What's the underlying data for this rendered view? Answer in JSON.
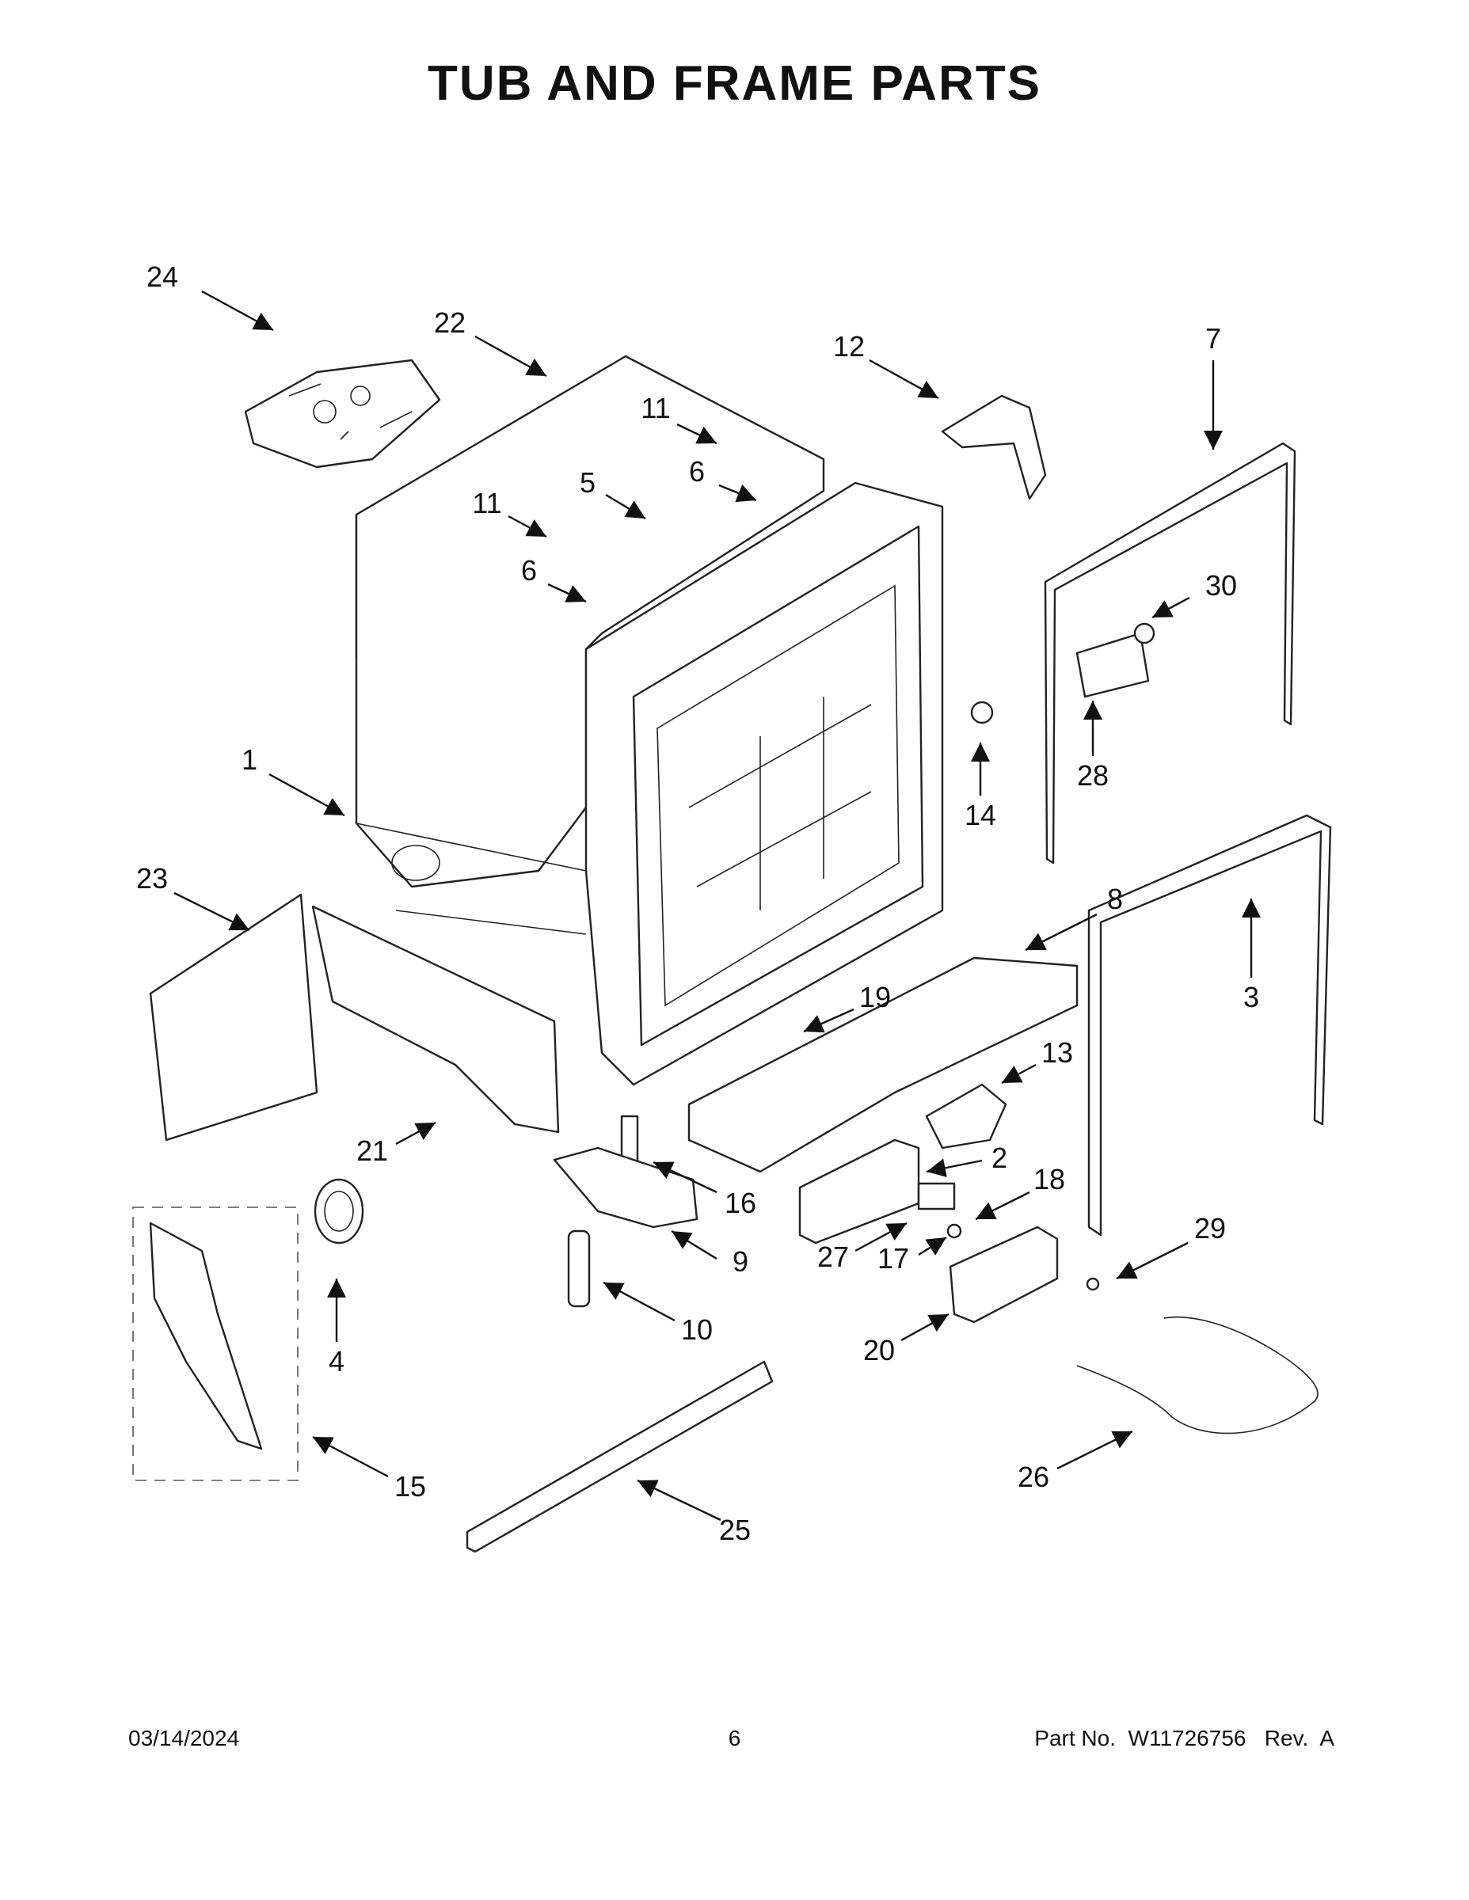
{
  "title": "TUB AND FRAME PARTS",
  "callouts": [
    {
      "id": "c24",
      "text": "24"
    },
    {
      "id": "c22",
      "text": "22"
    },
    {
      "id": "c12",
      "text": "12"
    },
    {
      "id": "c7",
      "text": "7"
    },
    {
      "id": "c11a",
      "text": "11"
    },
    {
      "id": "c6a",
      "text": "6"
    },
    {
      "id": "c5",
      "text": "5"
    },
    {
      "id": "c11b",
      "text": "11"
    },
    {
      "id": "c6b",
      "text": "6"
    },
    {
      "id": "c30",
      "text": "30"
    },
    {
      "id": "c28",
      "text": "28"
    },
    {
      "id": "c14",
      "text": "14"
    },
    {
      "id": "c1",
      "text": "1"
    },
    {
      "id": "c23",
      "text": "23"
    },
    {
      "id": "c8",
      "text": "8"
    },
    {
      "id": "c3",
      "text": "3"
    },
    {
      "id": "c19",
      "text": "19"
    },
    {
      "id": "c13",
      "text": "13"
    },
    {
      "id": "c21",
      "text": "21"
    },
    {
      "id": "c2",
      "text": "2"
    },
    {
      "id": "c16",
      "text": "16"
    },
    {
      "id": "c18",
      "text": "18"
    },
    {
      "id": "c29",
      "text": "29"
    },
    {
      "id": "c9",
      "text": "9"
    },
    {
      "id": "c27",
      "text": "27"
    },
    {
      "id": "c17",
      "text": "17"
    },
    {
      "id": "c4",
      "text": "4"
    },
    {
      "id": "c10",
      "text": "10"
    },
    {
      "id": "c20",
      "text": "20"
    },
    {
      "id": "c15",
      "text": "15"
    },
    {
      "id": "c26",
      "text": "26"
    },
    {
      "id": "c25",
      "text": "25"
    }
  ],
  "footer": {
    "date": "03/14/2024",
    "page": "6",
    "part": "Part No.  W11726756   Rev.  A"
  }
}
